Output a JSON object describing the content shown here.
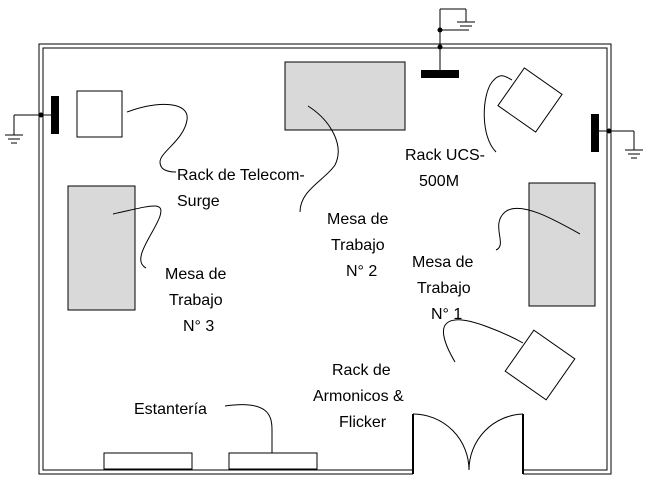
{
  "colors": {
    "background": "#ffffff",
    "lines": "#000000",
    "tables_fill": "#d9d9d9",
    "racks_fill": "#ffffff"
  },
  "labels": {
    "rack_telecom_line1": "Rack de Telecom-",
    "rack_telecom_line2": "Surge",
    "rack_ucs_line1": "Rack UCS-",
    "rack_ucs_line2": "500M",
    "mesa2_line1": "Mesa de",
    "mesa2_line2": "Trabajo",
    "mesa2_line3": "N° 2",
    "mesa3_line1": "Mesa de",
    "mesa3_line2": "Trabajo",
    "mesa3_line3": "N° 3",
    "mesa1_line1": "Mesa de",
    "mesa1_line2": "Trabajo",
    "mesa1_line3": "N° 1",
    "rack_armonicos_line1": "Rack de",
    "rack_armonicos_line2": "Armonicos &",
    "rack_armonicos_line3": "Flicker",
    "estanteria": "Estantería"
  },
  "symbols": {
    "ground": "ground-icon",
    "door": "double-door"
  }
}
